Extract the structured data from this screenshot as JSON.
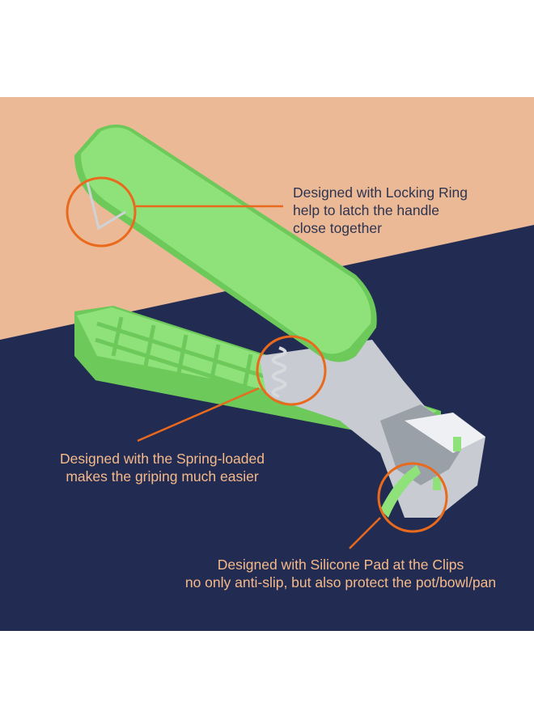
{
  "image": {
    "subject": "green-bowl-clip-handle",
    "colors": {
      "peach_background": "#ebb995",
      "navy_background": "#222c52",
      "handle_green": "#8fe27a",
      "handle_green_shadow": "#6cc95a",
      "accent_orange": "#e96a1c",
      "steel": "#c8ccd2",
      "callout_text_dark": "#2d3451",
      "callout_text_light": "#f5b98a"
    }
  },
  "callouts": {
    "locking_ring": {
      "lines": [
        "Designed with Locking Ring",
        "help to latch the handle",
        "close together"
      ],
      "icon": "orange-circle-highlight"
    },
    "spring_loaded": {
      "lines": [
        "Designed with the Spring-loaded",
        "makes the griping much easier"
      ],
      "icon": "orange-circle-highlight"
    },
    "silicone_pad": {
      "lines": [
        "Designed with Silicone Pad at the Clips",
        "no only anti-slip, but also protect the pot/bowl/pan"
      ],
      "icon": "orange-circle-highlight"
    }
  }
}
